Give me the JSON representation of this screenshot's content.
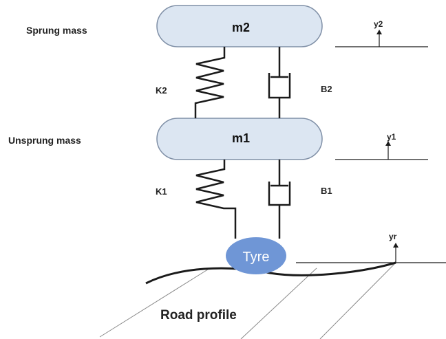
{
  "labels": {
    "sprung_mass": "Sprung mass",
    "unsprung_mass": "Unsprung mass",
    "road_profile": "Road profile"
  },
  "masses": {
    "m2": "m2",
    "m1": "m1"
  },
  "springs": {
    "k2": "K2",
    "k1": "K1"
  },
  "dampers": {
    "b2": "B2",
    "b1": "B1"
  },
  "tyre": "Tyre",
  "displacements": {
    "y2": "y2",
    "y1": "y1",
    "yr": "yr"
  },
  "colors": {
    "mass_fill": "#dce6f2",
    "mass_stroke": "#7f8fa6",
    "tyre_fill": "#6f96d6",
    "line": "#1a1a1a"
  }
}
